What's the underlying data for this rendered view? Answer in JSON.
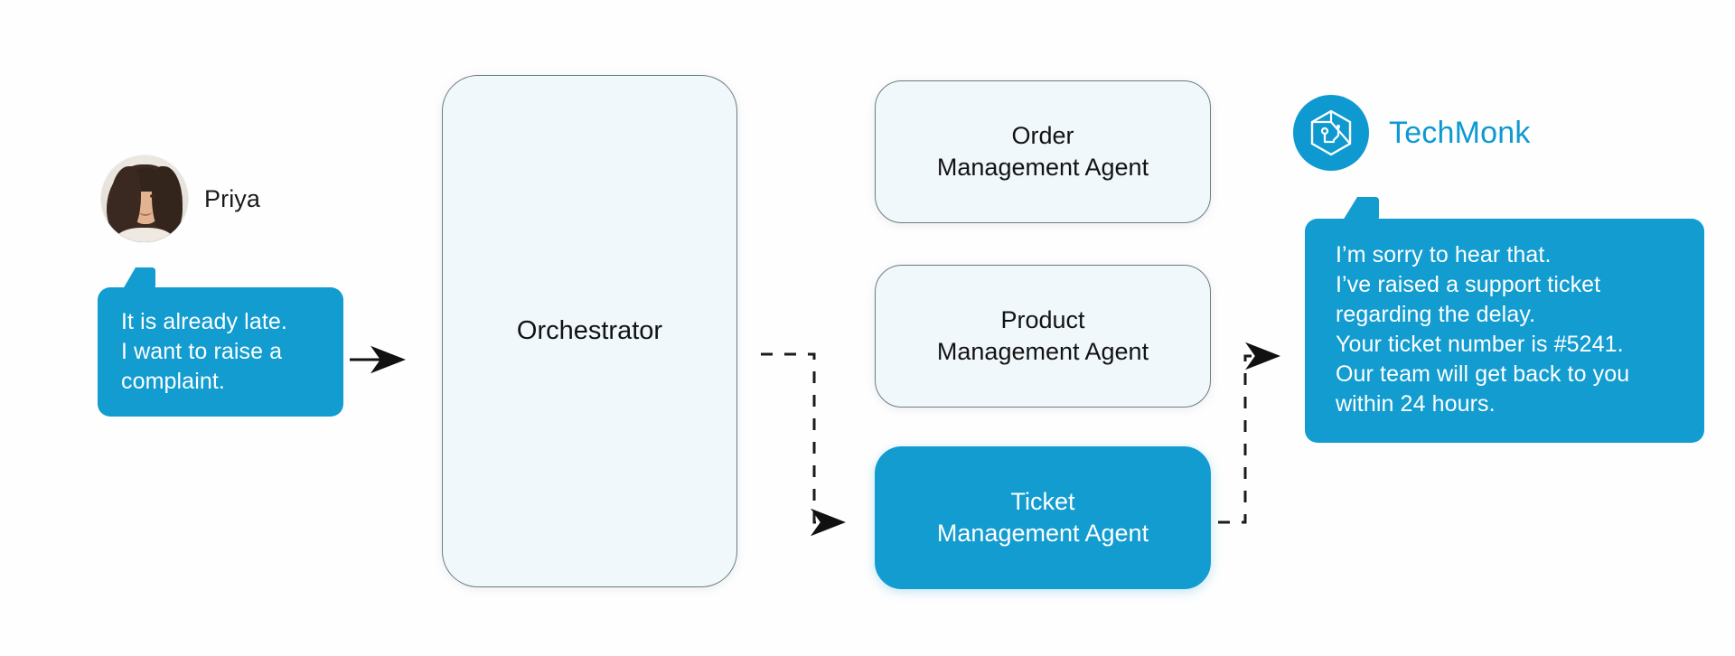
{
  "theme": {
    "brand_blue": "#129CD0",
    "node_fill": "#F0F8FC",
    "node_border": "#6D7D84",
    "text_dark": "#131313",
    "canvas": "#FEFEFE"
  },
  "persona": {
    "name": "Priya",
    "avatar_alt": "user-avatar"
  },
  "user_bubble": {
    "text": "It is already late.\nI want to raise a\ncomplaint."
  },
  "orchestrator": {
    "label": "Orchestrator"
  },
  "agents": [
    {
      "id": "order",
      "label": "Order\nManagement Agent",
      "state": "idle"
    },
    {
      "id": "product",
      "label": "Product\nManagement Agent",
      "state": "idle"
    },
    {
      "id": "ticket",
      "label": "Ticket\nManagement Agent",
      "state": "active"
    }
  ],
  "brand": {
    "name": "TechMonk",
    "mark": "hexagon-cube-icon"
  },
  "agent_bubble": {
    "text": "I’m sorry to hear that.\nI’ve raised a support ticket\nregarding the delay.\nYour ticket number is #5241.\nOur team will get back to you\nwithin 24 hours."
  },
  "connectors": [
    {
      "id": "user-to-orchestrator",
      "style": "solid",
      "from": "user_bubble",
      "to": "orchestrator"
    },
    {
      "id": "orchestrator-to-ticket",
      "style": "dashed",
      "from": "orchestrator",
      "to": "ticket-agent"
    },
    {
      "id": "ticket-to-reply",
      "style": "dashed",
      "from": "ticket-agent",
      "to": "agent_bubble"
    }
  ]
}
